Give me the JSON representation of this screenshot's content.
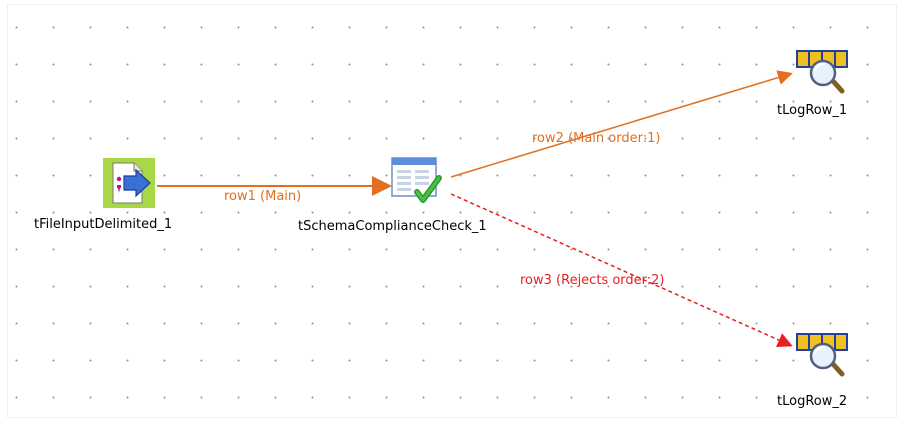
{
  "components": {
    "file_input": {
      "label": "tFileInputDelimited_1",
      "icon": "file-input-delimited-icon"
    },
    "schema_check": {
      "label": "tSchemaComplianceCheck_1",
      "icon": "schema-compliance-check-icon"
    },
    "log_row_1": {
      "label": "tLogRow_1",
      "icon": "log-row-icon"
    },
    "log_row_2": {
      "label": "tLogRow_2",
      "icon": "log-row-icon"
    }
  },
  "connections": {
    "row1": {
      "label": "row1 (Main)",
      "color": "#e07020"
    },
    "row2": {
      "label": "row2 (Main order:1)",
      "color": "#e07020"
    },
    "row3": {
      "label": "row3 (Rejects order:2)",
      "color": "#e82020"
    }
  },
  "colors": {
    "main_flow": "#e07020",
    "reject_flow": "#e82020",
    "icon_green": "#a8d848",
    "icon_blue": "#3a6fd8",
    "icon_yellow": "#f0c020"
  }
}
